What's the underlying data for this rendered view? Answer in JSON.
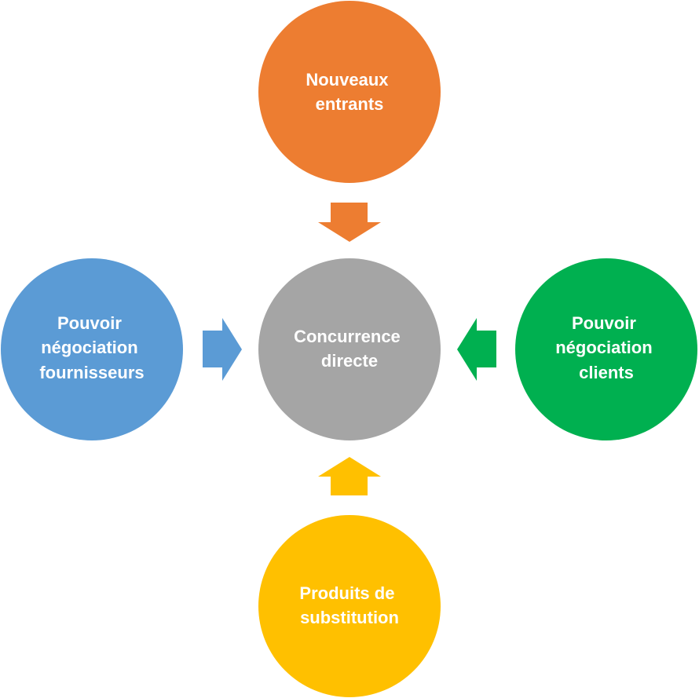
{
  "diagram": {
    "title": "",
    "center": {
      "id": "concurrence",
      "lines": [
        "Concurrence",
        "directe"
      ],
      "color": "#A5A5A5"
    },
    "forces": [
      {
        "id": "nouveaux-entrants",
        "position": "top",
        "lines": [
          "Nouveaux",
          "entrants"
        ],
        "color": "#ED7D31",
        "arrow_direction": "down"
      },
      {
        "id": "fournisseurs",
        "position": "left",
        "lines": [
          "Pouvoir",
          "négociation",
          "fournisseurs"
        ],
        "color": "#5B9BD5",
        "arrow_direction": "right"
      },
      {
        "id": "clients",
        "position": "right",
        "lines": [
          "Pouvoir",
          "négociation",
          "clients"
        ],
        "color": "#00B050",
        "arrow_direction": "left"
      },
      {
        "id": "substitution",
        "position": "bottom",
        "lines": [
          "Produits de",
          "substitution"
        ],
        "color": "#FFC000",
        "arrow_direction": "up"
      }
    ]
  }
}
